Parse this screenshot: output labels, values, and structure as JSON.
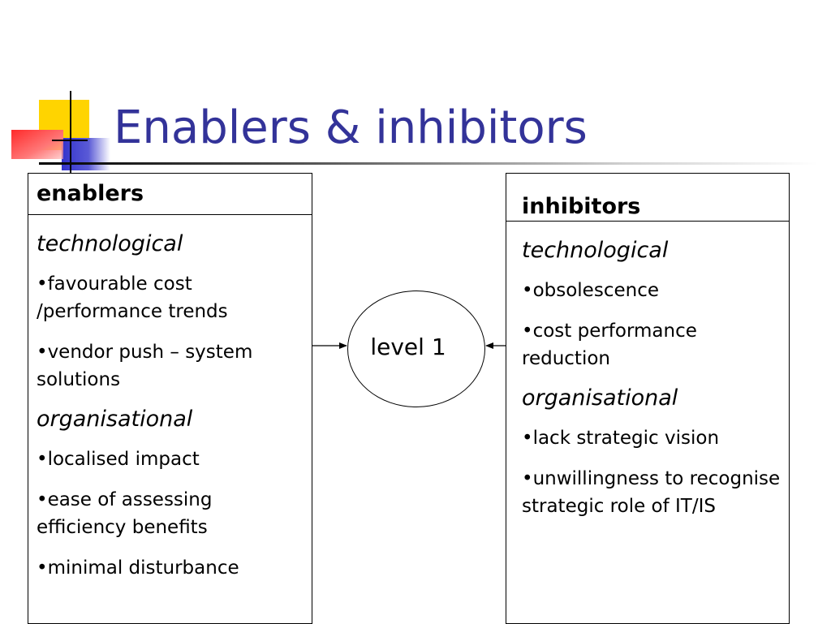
{
  "slide": {
    "title": "Enablers & inhibitors"
  },
  "enablers": {
    "heading": "enablers",
    "technological_label": "technological",
    "technological_items": [
      "•favourable cost /performance trends",
      "•vendor push – system solutions"
    ],
    "organisational_label": "organisational",
    "organisational_items": [
      "•localised impact",
      "•ease of assessing efficiency benefits",
      "•minimal disturbance"
    ]
  },
  "center": {
    "label": "level 1"
  },
  "inhibitors": {
    "heading": "inhibitors",
    "technological_label": "technological",
    "technological_items": [
      "•obsolescence",
      "•cost performance reduction"
    ],
    "organisational_label": "organisational",
    "organisational_items": [
      "•lack strategic vision",
      "•unwillingness to recognise strategic role of IT/IS"
    ]
  },
  "colors": {
    "title": "#333399",
    "logo_yellow": "#ffd400",
    "logo_blue": "#3333cc",
    "logo_red": "#ff2a2a"
  }
}
